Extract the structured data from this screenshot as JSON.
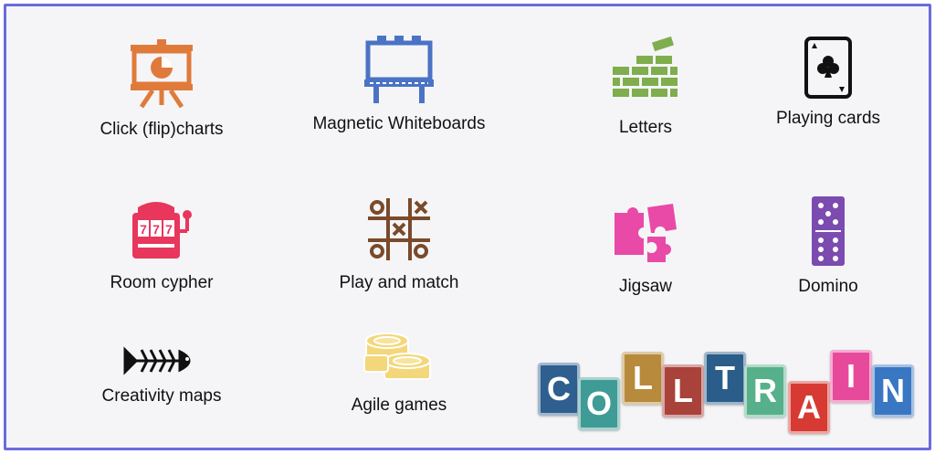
{
  "tiles": [
    {
      "label": "Click (flip)charts",
      "icon": "flipchart-icon",
      "color": "#e07a3b"
    },
    {
      "label": "Magnetic Whiteboards",
      "icon": "billboard-icon",
      "color": "#4a73c5"
    },
    {
      "label": "Letters",
      "icon": "brick-wall-icon",
      "color": "#7fae4e"
    },
    {
      "label": "Playing cards",
      "icon": "playing-card-icon",
      "color": "#111111"
    },
    {
      "label": "Room cypher",
      "icon": "slot-machine-icon",
      "color": "#e8365c"
    },
    {
      "label": "Play and match",
      "icon": "tic-tac-toe-icon",
      "color": "#7a4a2a"
    },
    {
      "label": "Jigsaw",
      "icon": "jigsaw-icon",
      "color": "#e94aa7"
    },
    {
      "label": "Domino",
      "icon": "domino-icon",
      "color": "#7b4bb0"
    },
    {
      "label": "Creativity maps",
      "icon": "fishbone-icon",
      "color": "#111111"
    },
    {
      "label": "Agile games",
      "icon": "coins-icon",
      "color": "#f3d77a"
    }
  ],
  "logo": {
    "letters": [
      {
        "char": "C",
        "color": "#2f5f8f"
      },
      {
        "char": "O",
        "color": "#3f9b95"
      },
      {
        "char": "L",
        "color": "#b78a3c"
      },
      {
        "char": "L",
        "color": "#a8423a"
      },
      {
        "char": "T",
        "color": "#2a5d8a"
      },
      {
        "char": "R",
        "color": "#56b08a"
      },
      {
        "char": "A",
        "color": "#d63a32"
      },
      {
        "char": "I",
        "color": "#e84a9b"
      },
      {
        "char": "N",
        "color": "#3a77c2"
      }
    ]
  }
}
